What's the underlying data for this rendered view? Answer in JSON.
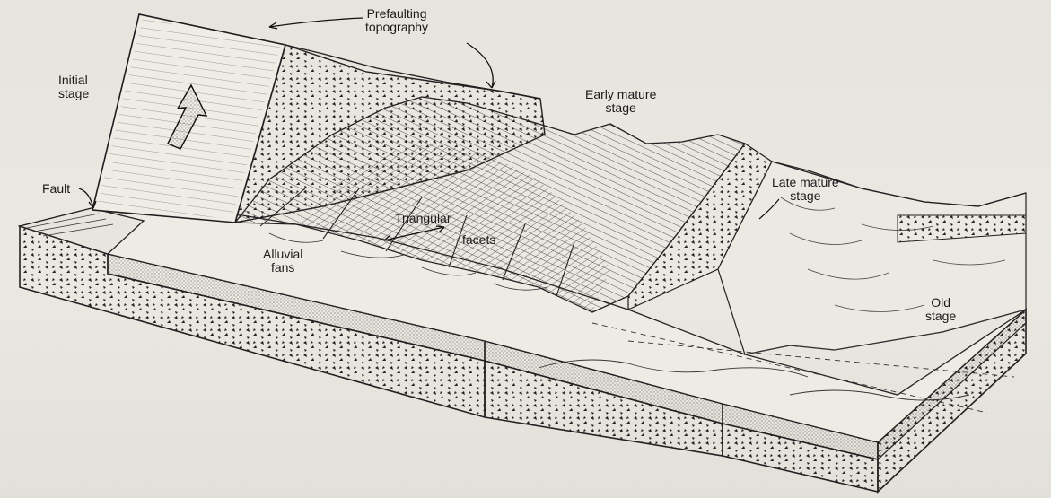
{
  "figure": {
    "labels": {
      "initial_stage": "Initial\nstage",
      "prefaulting_topography": "Prefaulting\ntopography",
      "early_mature_stage": "Early mature\nstage",
      "late_mature_stage": "Late mature\nstage",
      "fault": "Fault",
      "triangular": "Triangular",
      "facets": "facets",
      "alluvial_fans": "Alluvial\nfans",
      "old_stage": "Old\nstage"
    }
  }
}
